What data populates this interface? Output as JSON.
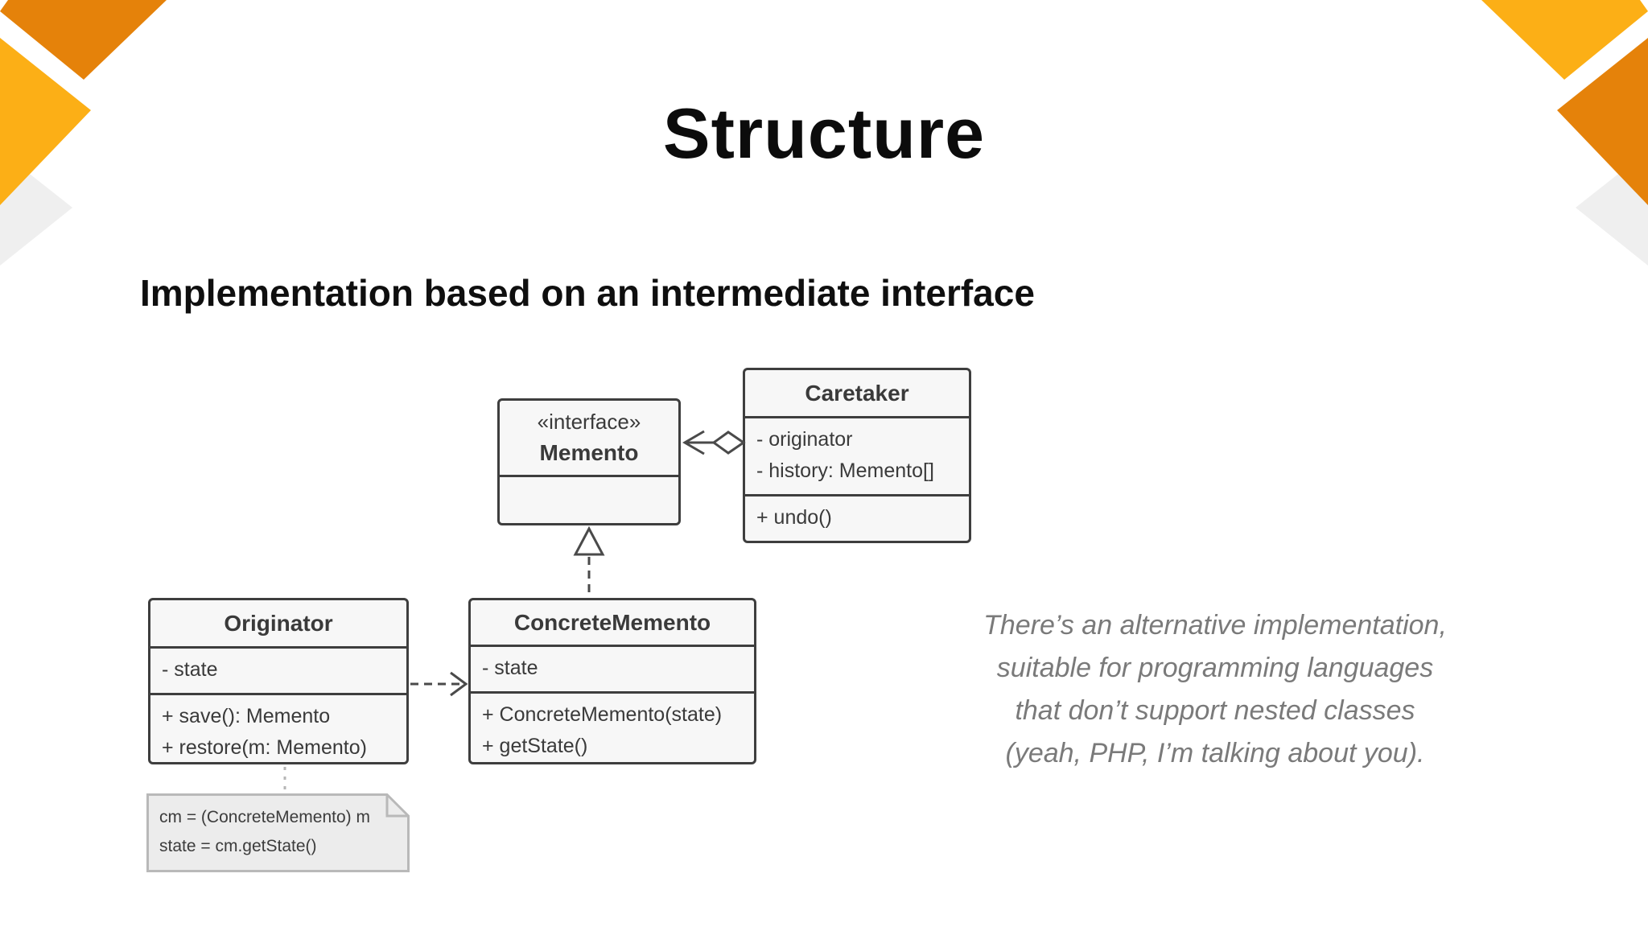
{
  "slide": {
    "title": "Structure",
    "subtitle": "Implementation based on an intermediate interface"
  },
  "diagram": {
    "classes": {
      "memento": {
        "stereotype": "«interface»",
        "name": "Memento",
        "attributes": [],
        "methods": []
      },
      "caretaker": {
        "name": "Caretaker",
        "attributes": [
          "- originator",
          "- history: Memento[]"
        ],
        "methods": [
          "+ undo()"
        ]
      },
      "originator": {
        "name": "Originator",
        "attributes": [
          "- state"
        ],
        "methods": [
          "+ save(): Memento",
          "+ restore(m: Memento)"
        ]
      },
      "concreteMemento": {
        "name": "ConcreteMemento",
        "attributes": [
          "- state"
        ],
        "methods": [
          "+ ConcreteMemento(state)",
          "+ getState()"
        ]
      }
    },
    "relationships": [
      {
        "from": "Caretaker",
        "to": "Memento",
        "type": "aggregation"
      },
      {
        "from": "ConcreteMemento",
        "to": "Memento",
        "type": "realization"
      },
      {
        "from": "Originator",
        "to": "ConcreteMemento",
        "type": "dependency"
      },
      {
        "from": "Originator",
        "to": "note",
        "type": "note-anchor"
      }
    ],
    "note": {
      "lines": [
        "cm = (ConcreteMemento) m",
        "state = cm.getState()"
      ]
    }
  },
  "annotation": {
    "lines": [
      "There’s an alternative implementation,",
      "suitable for programming languages",
      "that don’t support nested classes",
      "(yeah, PHP, I’m talking about you)."
    ]
  },
  "colors": {
    "accent_orange": "#E5820A",
    "accent_amber": "#FCAF16",
    "shadow_gray": "#EFEFEF",
    "diagram_line": "#4a4a4a",
    "annotation_text": "#7A7A7A"
  }
}
